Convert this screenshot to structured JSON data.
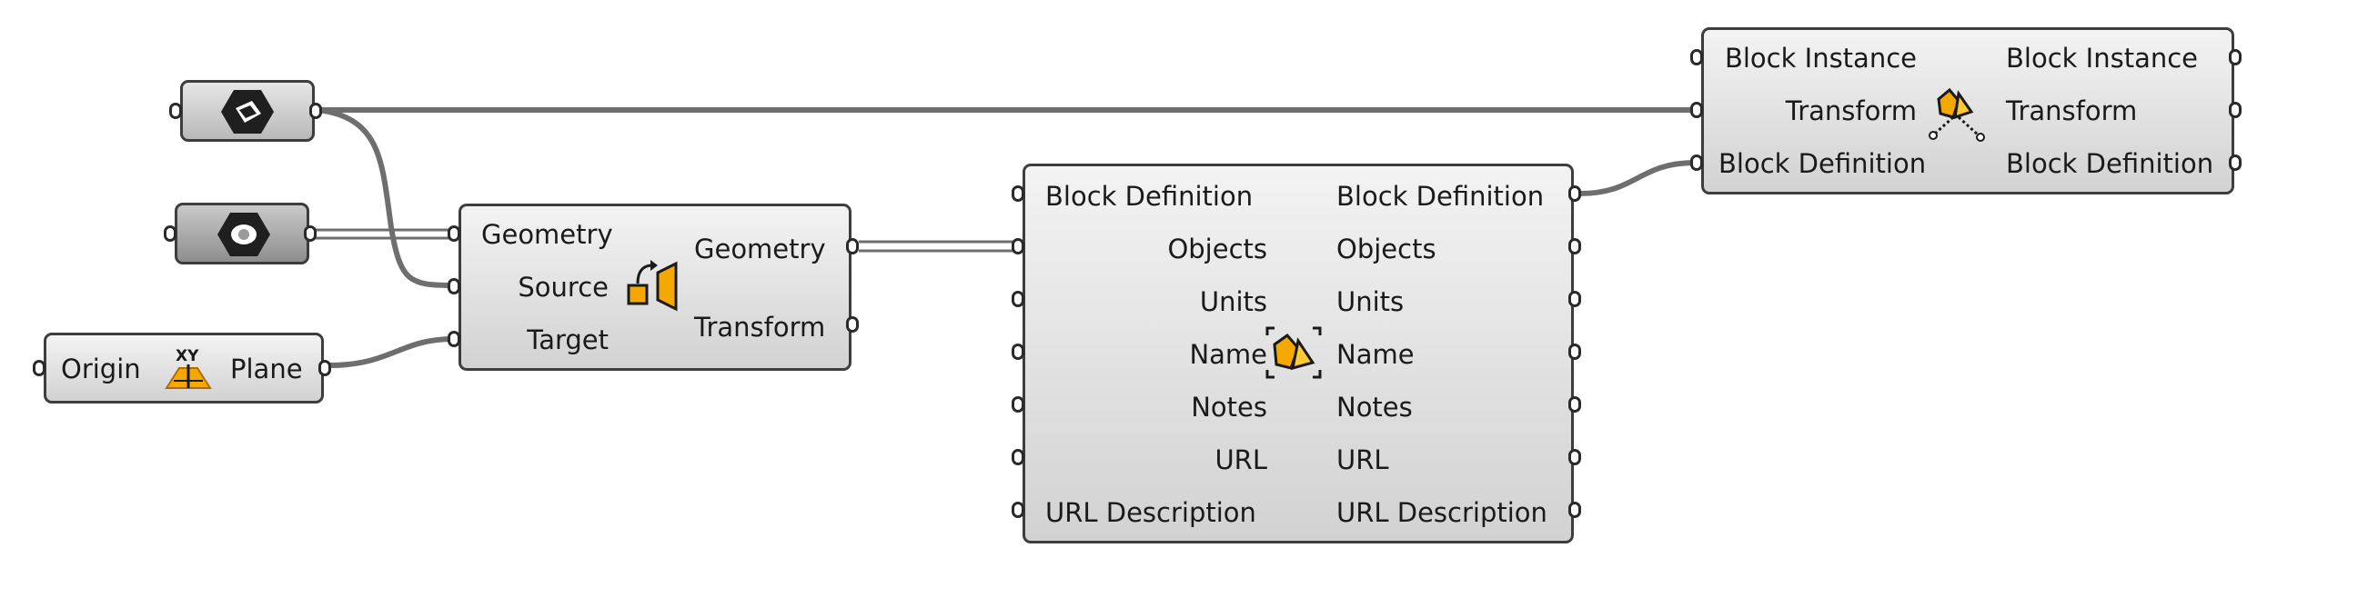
{
  "geometry_param": {
    "icon": "geometry-param-icon"
  },
  "geometry_param2": {
    "icon": "geometry-param-icon"
  },
  "xy_plane": {
    "input": "Origin",
    "output": "Plane",
    "icon": "xy-plane-icon"
  },
  "orient": {
    "inputs": [
      "Geometry",
      "Source",
      "Target"
    ],
    "outputs": [
      "Geometry",
      "Transform"
    ],
    "icon": "orient-icon"
  },
  "define_block": {
    "inputs": [
      "Block Definition",
      "Objects",
      "Units",
      "Name",
      "Notes",
      "URL",
      "URL Description"
    ],
    "outputs": [
      "Block Definition",
      "Objects",
      "Units",
      "Name",
      "Notes",
      "URL",
      "URL Description"
    ],
    "icon": "block-definition-icon"
  },
  "block_instance": {
    "inputs": [
      "Block Instance",
      "Transform",
      "Block Definition"
    ],
    "outputs": [
      "Block Instance",
      "Transform",
      "Block Definition"
    ],
    "icon": "block-instance-icon"
  },
  "colors": {
    "wire": "#6e6e6e",
    "accent": "#f5a800",
    "node_border": "#3d3d3d"
  }
}
